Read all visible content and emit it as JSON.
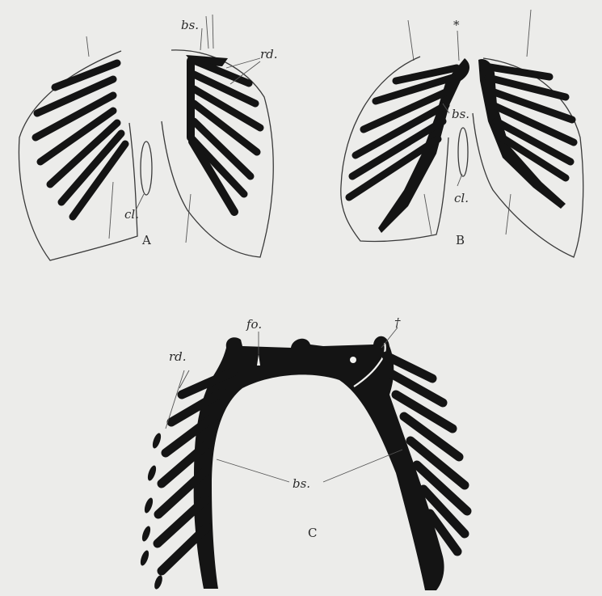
{
  "figure": {
    "panels": [
      {
        "id": "A",
        "plate_label": "A",
        "labels": {
          "bs": "bs.",
          "rd": "rd.",
          "cl": "cl."
        }
      },
      {
        "id": "B",
        "plate_label": "B",
        "labels": {
          "star": "*",
          "bs": "bs.",
          "cl": "cl."
        }
      },
      {
        "id": "C",
        "plate_label": "C",
        "labels": {
          "fo": "fo.",
          "dagger": "†",
          "rd": "rd.",
          "bs": "bs."
        }
      }
    ]
  },
  "colors": {
    "paper": "#ececea",
    "ink": "#141414"
  }
}
